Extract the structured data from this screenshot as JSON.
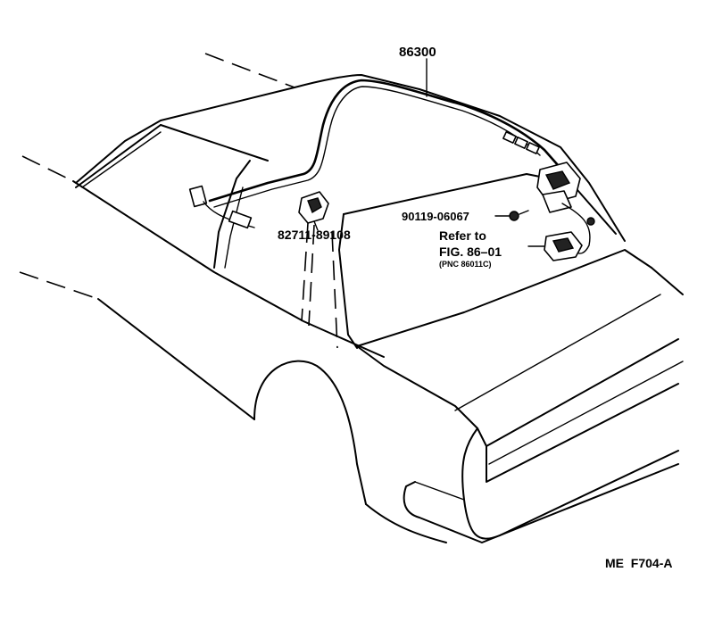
{
  "callouts": {
    "antenna_assembly": "86300",
    "antenna_holder": "82711-89108",
    "bolt": "90119-06067",
    "refer_line1": "Refer to",
    "refer_line2": "FIG. 86–01",
    "refer_line3": "(PNC 86011C)"
  },
  "figure_code": "ME  F704-A"
}
